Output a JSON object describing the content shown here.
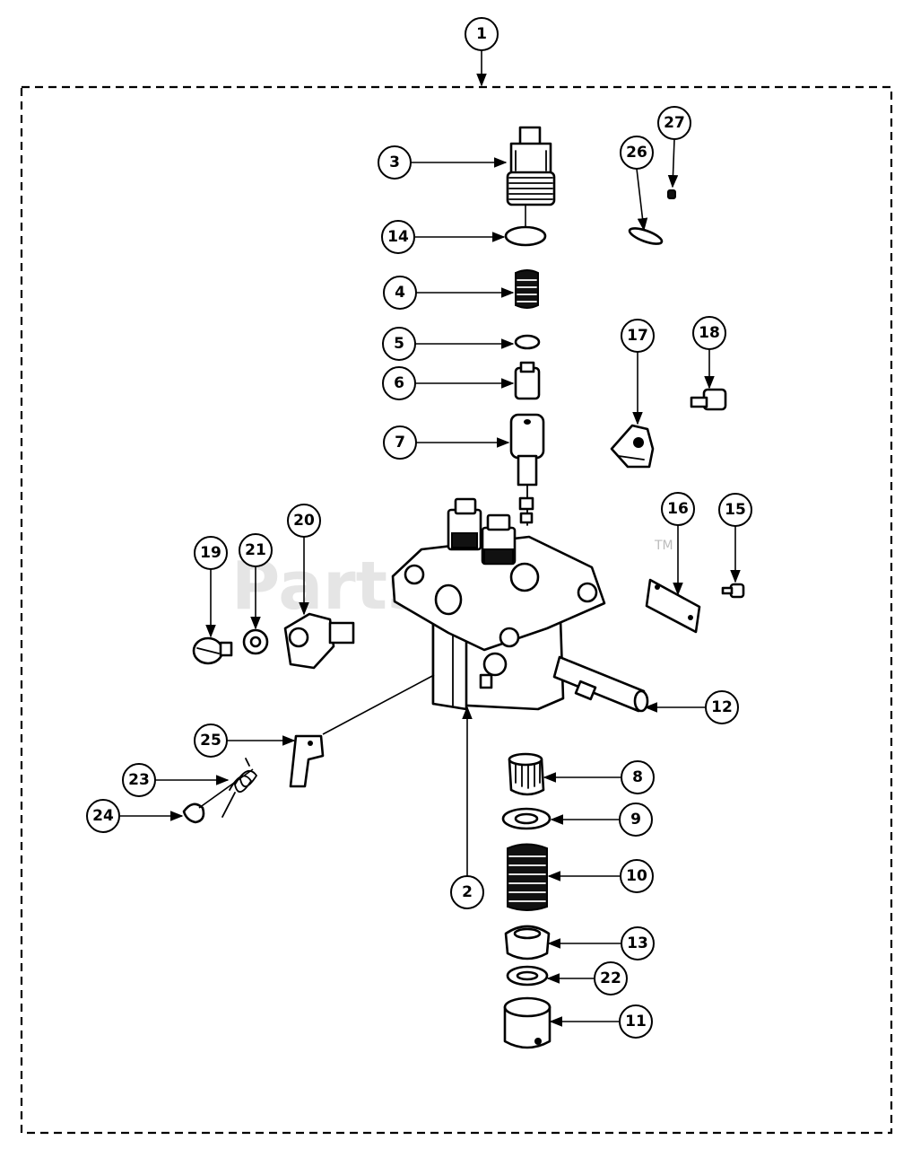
{
  "watermark": {
    "text": "PartsTree",
    "trademark": "TM"
  },
  "callouts": [
    {
      "id": "1",
      "label": "1"
    },
    {
      "id": "2",
      "label": "2"
    },
    {
      "id": "3",
      "label": "3"
    },
    {
      "id": "4",
      "label": "4"
    },
    {
      "id": "5",
      "label": "5"
    },
    {
      "id": "6",
      "label": "6"
    },
    {
      "id": "7",
      "label": "7"
    },
    {
      "id": "8",
      "label": "8"
    },
    {
      "id": "9",
      "label": "9"
    },
    {
      "id": "10",
      "label": "10"
    },
    {
      "id": "11",
      "label": "11"
    },
    {
      "id": "12",
      "label": "12"
    },
    {
      "id": "13",
      "label": "13"
    },
    {
      "id": "14",
      "label": "14"
    },
    {
      "id": "15",
      "label": "15"
    },
    {
      "id": "16",
      "label": "16"
    },
    {
      "id": "17",
      "label": "17"
    },
    {
      "id": "18",
      "label": "18"
    },
    {
      "id": "19",
      "label": "19"
    },
    {
      "id": "20",
      "label": "20"
    },
    {
      "id": "21",
      "label": "21"
    },
    {
      "id": "22",
      "label": "22"
    },
    {
      "id": "23",
      "label": "23"
    },
    {
      "id": "24",
      "label": "24"
    },
    {
      "id": "25",
      "label": "25"
    },
    {
      "id": "26",
      "label": "26"
    },
    {
      "id": "27",
      "label": "27"
    }
  ]
}
